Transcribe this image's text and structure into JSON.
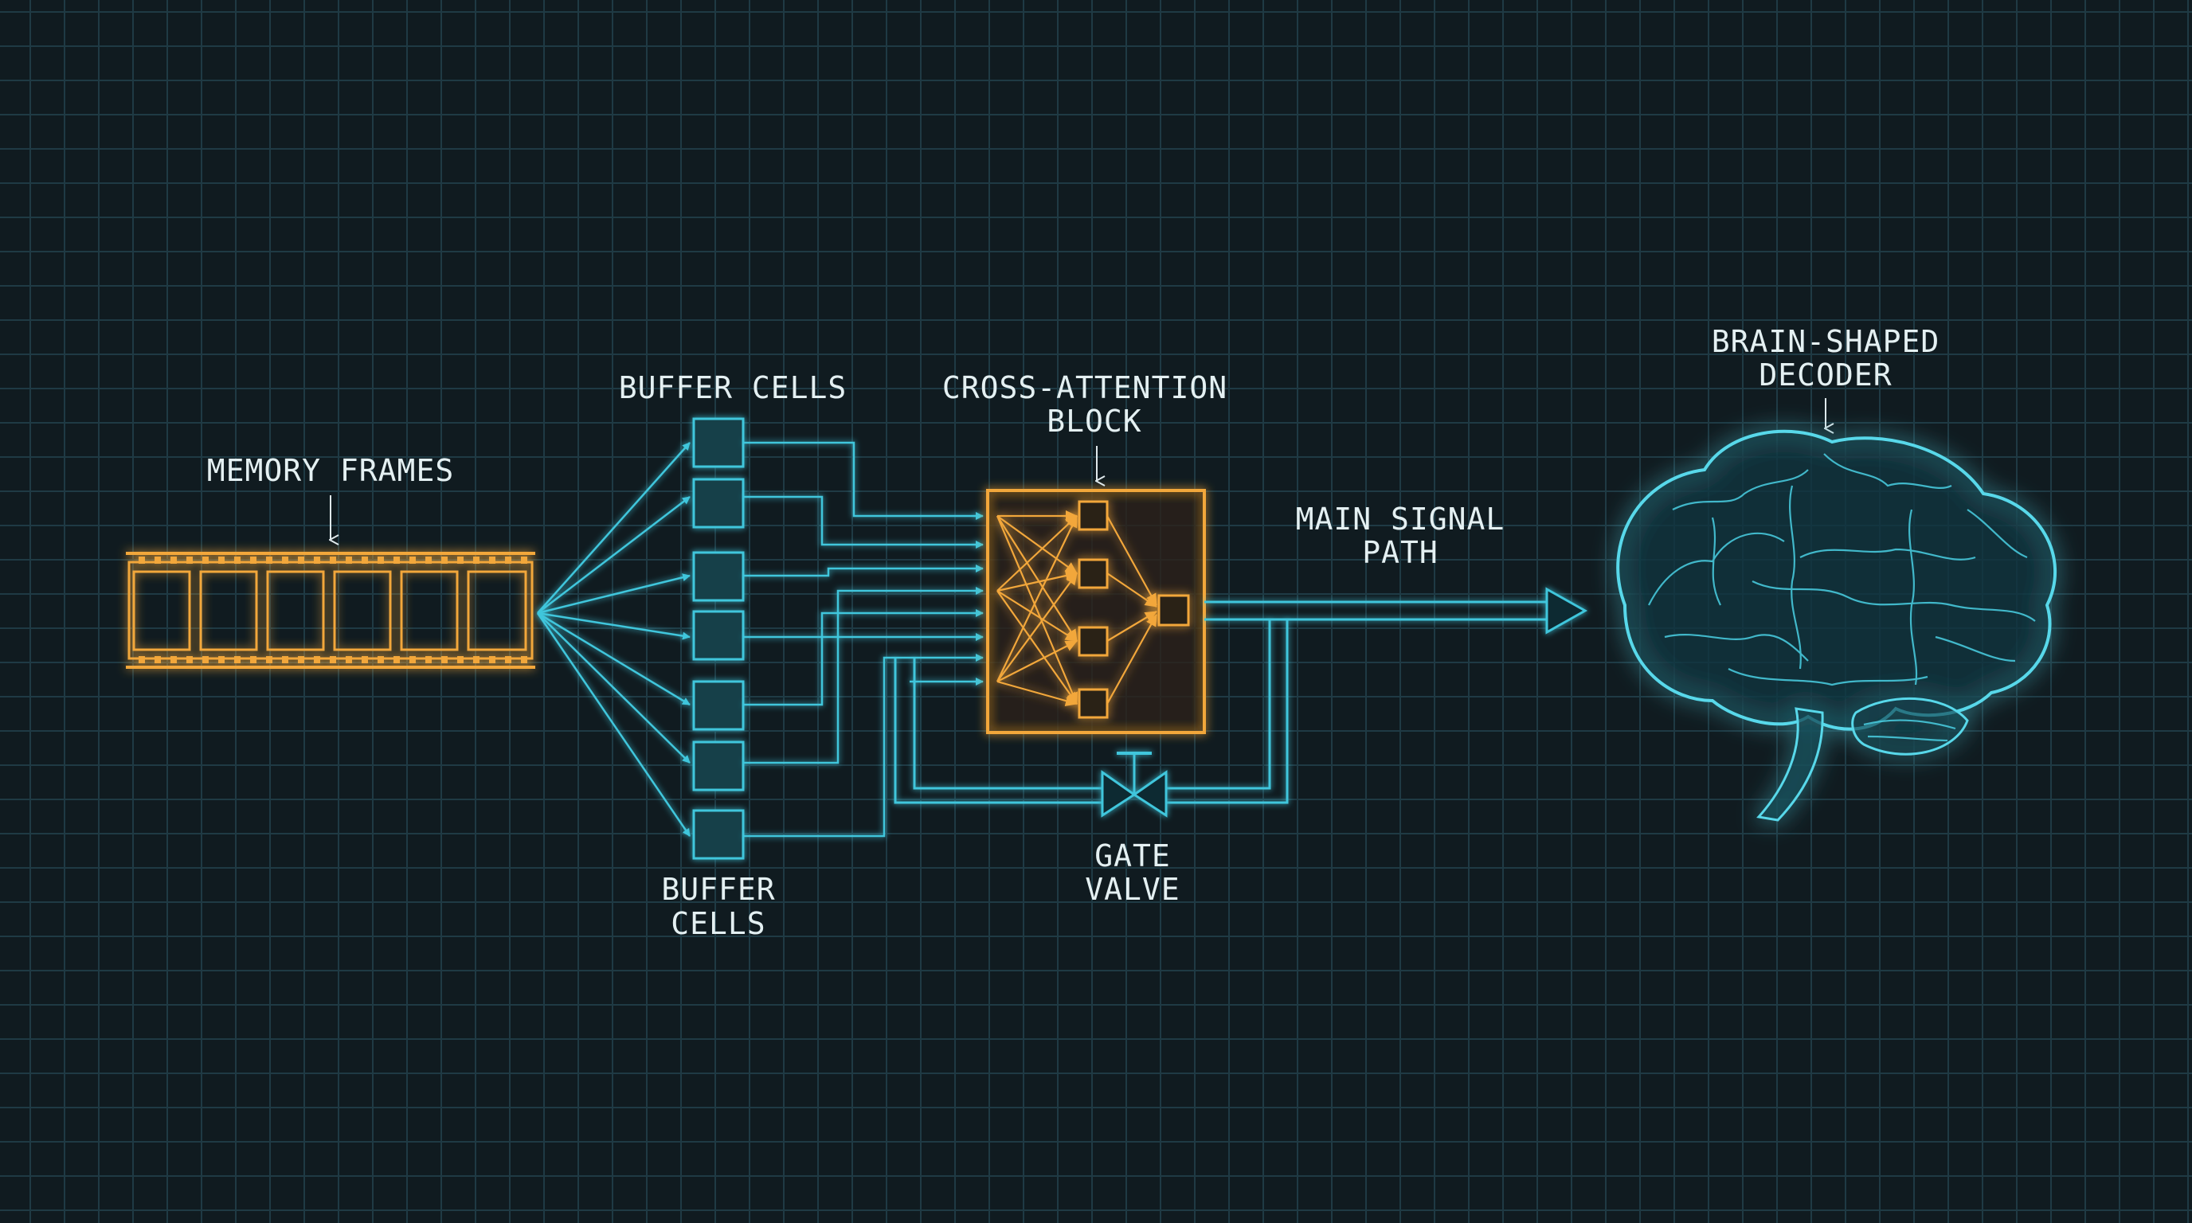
{
  "labels": {
    "memory_frames": "MEMORY FRAMES",
    "buffer_cells_top": "BUFFER CELLS",
    "buffer_cells_bottom_1": "BUFFER",
    "buffer_cells_bottom_2": "CELLS",
    "cross_attention_1": "CROSS-ATTENTION",
    "cross_attention_2": "BLOCK",
    "main_signal_1": "MAIN SIGNAL",
    "main_signal_2": "PATH",
    "gate_valve_1": "GATE",
    "gate_valve_2": "VALVE",
    "decoder_1": "BRAIN-SHAPED",
    "decoder_2": "DECODER"
  },
  "colors": {
    "background": "#101b20",
    "grid": "#1f3a44",
    "cyan": "#3fc6dc",
    "orange": "#f2a73b",
    "label": "#e4f0f2"
  },
  "icons": {
    "film_strip": "film-strip-icon",
    "brain": "brain-icon",
    "valve": "gate-valve-icon"
  }
}
